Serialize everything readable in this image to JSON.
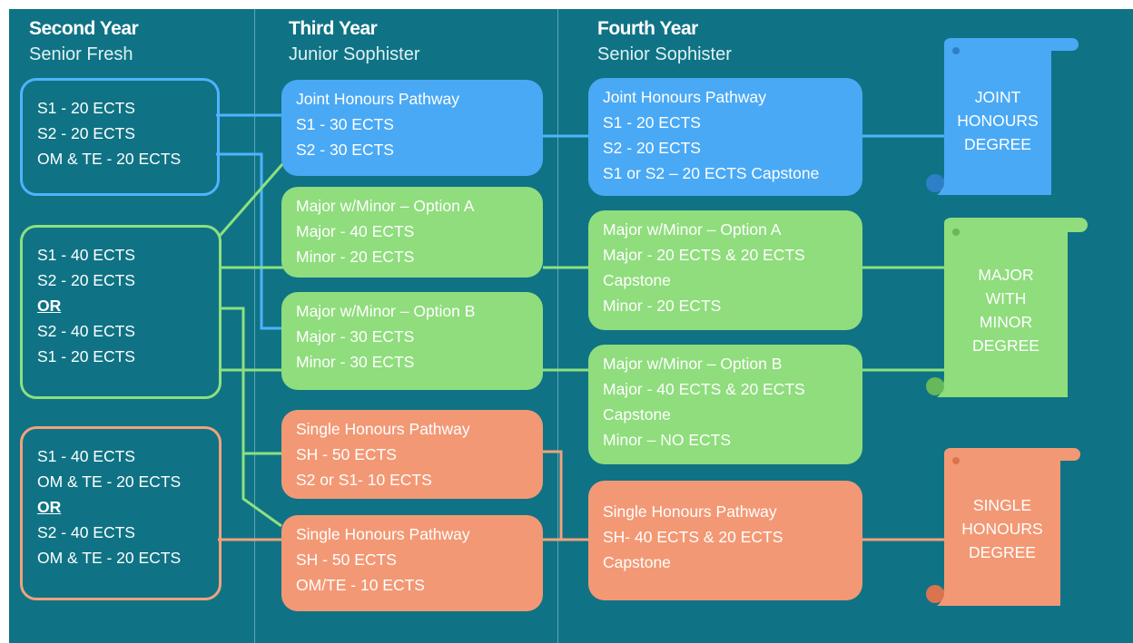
{
  "columns": [
    {
      "year": "Second Year",
      "sub": "Senior Fresh"
    },
    {
      "year": "Third Year",
      "sub": "Junior Sophister"
    },
    {
      "year": "Fourth Year",
      "sub": "Senior Sophister"
    }
  ],
  "second_year": {
    "box1": [
      "S1 - 20 ECTS",
      "S2 - 20 ECTS",
      "OM & TE - 20 ECTS"
    ],
    "box2": [
      "S1 - 40 ECTS",
      "S2 - 20 ECTS",
      "OR",
      "S2 - 40 ECTS",
      "S1 - 20 ECTS"
    ],
    "box3": [
      "S1 - 40 ECTS",
      "OM & TE - 20 ECTS",
      "OR",
      "S2 - 40 ECTS",
      "OM & TE - 20 ECTS"
    ]
  },
  "third_year": {
    "joint": [
      "Joint Honours  Pathway",
      "S1 - 30 ECTS",
      "S2 - 30 ECTS"
    ],
    "major_a": [
      "Major w/Minor – Option A",
      "Major - 40 ECTS",
      "Minor - 20 ECTS"
    ],
    "major_b": [
      "Major w/Minor – Option B",
      "Major - 30 ECTS",
      "Minor - 30 ECTS"
    ],
    "single_1": [
      "Single Honours Pathway",
      "SH - 50 ECTS",
      "S2 or S1- 10 ECTS"
    ],
    "single_2": [
      "Single Honours Pathway",
      "SH - 50 ECTS",
      "OM/TE - 10 ECTS"
    ]
  },
  "fourth_year": {
    "joint": [
      "Joint Honours  Pathway",
      "S1 - 20 ECTS",
      "S2 - 20 ECTS",
      "S1 or S2 – 20 ECTS Capstone"
    ],
    "major_a": [
      "Major w/Minor – Option A",
      "Major - 20 ECTS & 20 ECTS",
      "Capstone",
      "Minor - 20 ECTS"
    ],
    "major_b": [
      "Major w/Minor – Option B",
      "Major - 40 ECTS & 20 ECTS",
      "Capstone",
      "Minor – NO ECTS"
    ],
    "single": [
      "Single Honours Pathway",
      "SH- 40 ECTS & 20 ECTS",
      "Capstone"
    ]
  },
  "degrees": {
    "joint": [
      "JOINT",
      "HONOURS",
      "DEGREE"
    ],
    "major": [
      "MAJOR",
      "WITH",
      "MINOR",
      "DEGREE"
    ],
    "single": [
      "SINGLE",
      "HONOURS",
      "DEGREE"
    ]
  },
  "colors": {
    "background": "#0f7385",
    "blue": "#4aa9f5",
    "green": "#8fdd7d",
    "orange": "#f39874"
  }
}
